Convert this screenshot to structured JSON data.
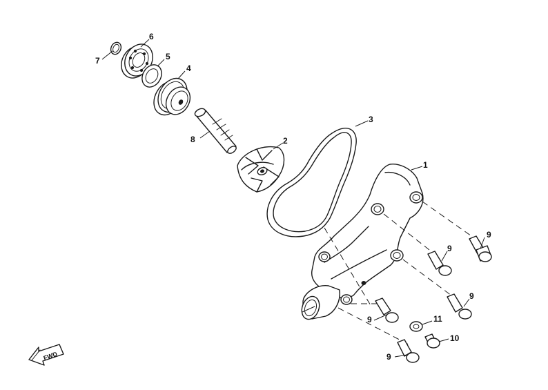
{
  "callouts": {
    "c1": "1",
    "c2": "2",
    "c3": "3",
    "c4": "4",
    "c5": "5",
    "c6": "6",
    "c7": "7",
    "c8": "8",
    "c9a": "9",
    "c9b": "9",
    "c9c": "9",
    "c9d": "9",
    "c9e": "9",
    "c10": "10",
    "c11": "11"
  },
  "fwd_label": "FWD"
}
